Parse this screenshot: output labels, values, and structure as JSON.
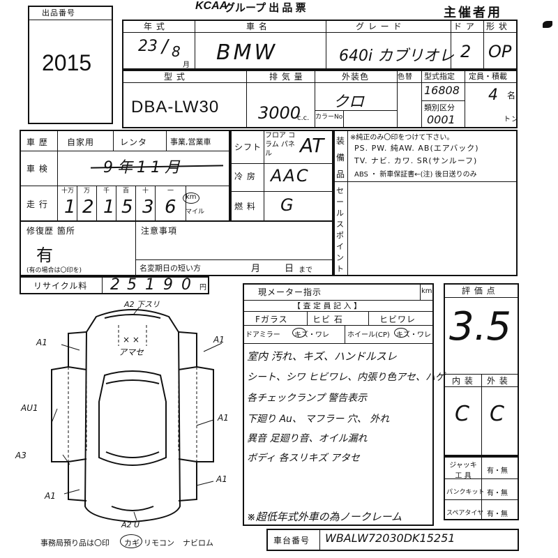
{
  "header": {
    "logo": "KCAA",
    "title": "グループ 出 品 票",
    "host": "主催者用"
  },
  "lot": {
    "label": "出品番号",
    "value": "2015"
  },
  "row1": {
    "year_label": "年 式",
    "name_label": "車 名",
    "grade_label": "グ レ ー ド",
    "doors_label": "ド ア",
    "shape_label": "形 状",
    "year": "23",
    "year_sep": "/",
    "month": "8",
    "month_unit": "月",
    "name": "BMW",
    "grade": "640i カブリオレ",
    "doors": "2",
    "shape": "OP"
  },
  "row2": {
    "type_label": "型 式",
    "disp_label": "排 気 量",
    "color_label": "外装色",
    "colornote_label": "色替",
    "spec_label": "型式指定",
    "cat_label": "類別区分",
    "cap_label": "定員・積載",
    "type": "DBA-LW30",
    "disp": "3000",
    "cc": "c.c.",
    "color": "クロ",
    "color_no_label": "カラーNo.",
    "spec": "16808",
    "cat": "0001",
    "cap": "4",
    "cap_unit": "名",
    "ton": "トン"
  },
  "history": {
    "label": "車 歴",
    "options": [
      "自家用",
      "レンタ",
      "事業,営業車"
    ],
    "shaken_label": "車 検",
    "shaken": "9年11月",
    "mileage_label": "走 行",
    "units": [
      "十万",
      "万",
      "千",
      "百",
      "十",
      "一"
    ],
    "digits": [
      "1",
      "2",
      "1",
      "5",
      "3",
      "6"
    ],
    "km": "km",
    "mile": "マイル"
  },
  "mid": {
    "shift_label": "シフト",
    "shift_opts": "フロア コラム パネル",
    "shift": "AT",
    "ac_label": "冷 房",
    "ac": "AAC",
    "fuel_label": "燃 料",
    "fuel": "G"
  },
  "equip": {
    "label": "装備品",
    "note": "※純正のみ〇印をつけて下さい。",
    "line1": "PS. PW. 純AW. AB(エアバック)",
    "line2": "TV. ナビ. カワ. SR(サンルーフ)",
    "line3": "ABS ・ 新車保証書←(注) 後日送りのみ",
    "sales_label": "セールスポイント"
  },
  "repair": {
    "label": "修復歴 箇所",
    "value": "有",
    "note": "(有の場合は〇印を)"
  },
  "notes": {
    "label": "注意事項",
    "deadline_label": "名変期日の短い方",
    "month": "月",
    "day": "日",
    "made": "まで"
  },
  "recycle": {
    "label": "リサイクル料",
    "digits": [
      "2",
      "5",
      "1",
      "9",
      "0"
    ],
    "unit": "円"
  },
  "meter": {
    "label": "現メーター指示",
    "unit": "km",
    "inspector": "【 査 定 員 記 入 】"
  },
  "glass": {
    "label": "Fガラス",
    "opts": "ヒビ 石",
    "crack": "ヒビワレ"
  },
  "mirror": {
    "label": "ドアミラー",
    "opts": "キズ・ワレ",
    "wheel": "ホイール(CP)",
    "wheel_opts": "キズ・ワレ"
  },
  "remarks": [
    "室内 汚れ、キズ、ハンドルスレ",
    "シート、シワ ヒビワレ、内張り色アセ、ハゲ",
    "各チェックランプ 警告表示",
    "下廻り Au、 マフラー 穴、 外れ",
    "異音 足廻り音、オイル漏れ",
    "ボディ 各スリキズ アタセ"
  ],
  "remark_bottom": "※超低年式外車の為ノークレーム",
  "score": {
    "label": "評 価 点",
    "value": "3.5",
    "int_label": "内 装",
    "ext_label": "外 装",
    "int": "C",
    "ext": "C"
  },
  "tools": {
    "jack": "ジャッキ 工 具",
    "puncture": "パンクキット",
    "spare": "スペアタイヤ",
    "opt": "有・無"
  },
  "bottom": {
    "office": "事務局預り品は〇印",
    "key": "カギ",
    "remote": "リモコン",
    "navi": "ナビロム",
    "chassis_label": "車台番号",
    "chassis": "WBALW72030DK15251"
  },
  "diagram": {
    "marks": [
      "A2 下スリ",
      "A1",
      "A1",
      "AU1",
      "A1",
      "A3",
      "A1",
      "A1",
      "A2 U"
    ],
    "roof": "× ×",
    "roof_note": "アマセ"
  }
}
